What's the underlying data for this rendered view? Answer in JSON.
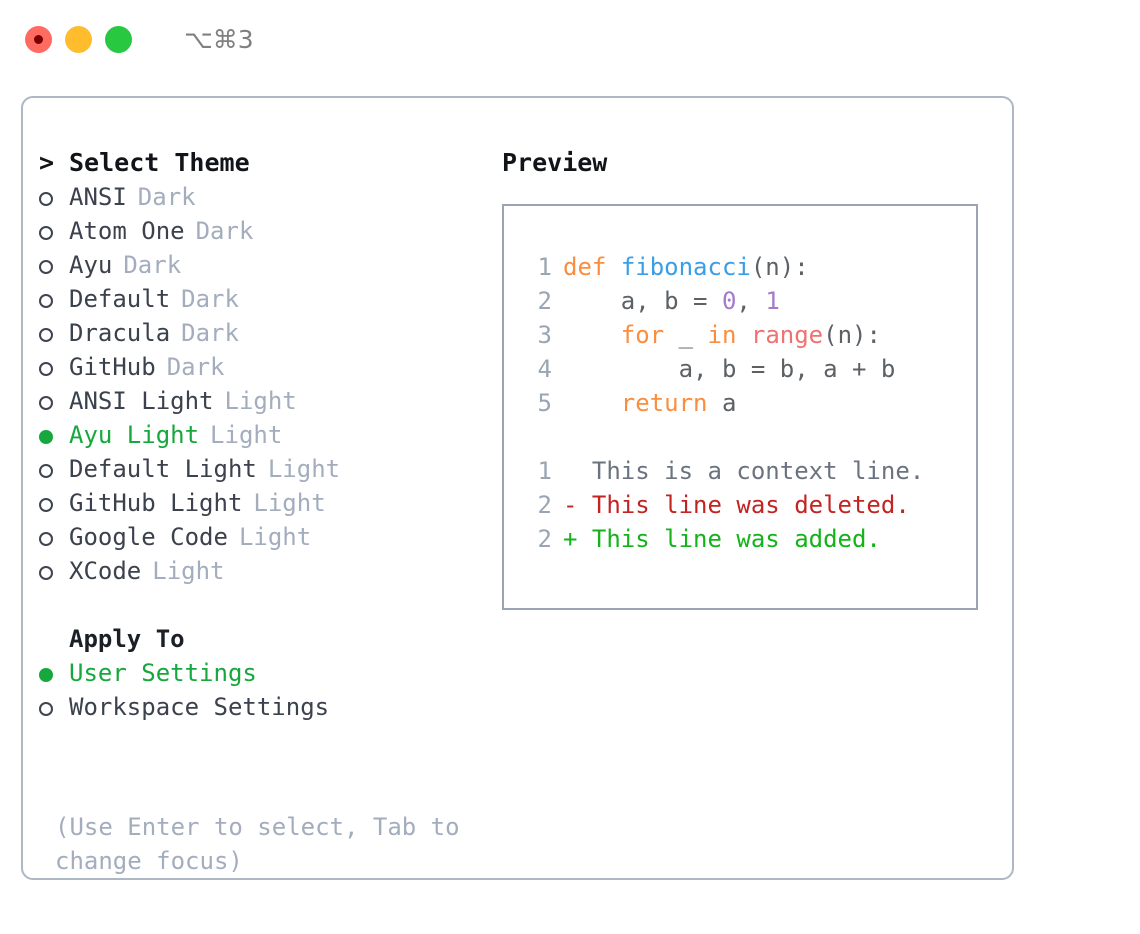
{
  "titlebar": {
    "buttons": [
      {
        "name": "close",
        "color": "#ff6b61",
        "recording": true
      },
      {
        "name": "minimize",
        "color": "#ffbd2e",
        "recording": false
      },
      {
        "name": "maximize",
        "color": "#28c840",
        "recording": false
      }
    ],
    "shortcut": "⌥⌘3"
  },
  "theme_section": {
    "header_prefix": ">",
    "header": "Select Theme",
    "items": [
      {
        "name": "ANSI",
        "kind": "Dark",
        "selected": false
      },
      {
        "name": "Atom One",
        "kind": "Dark",
        "selected": false
      },
      {
        "name": "Ayu",
        "kind": "Dark",
        "selected": false
      },
      {
        "name": "Default",
        "kind": "Dark",
        "selected": false
      },
      {
        "name": "Dracula",
        "kind": "Dark",
        "selected": false
      },
      {
        "name": "GitHub",
        "kind": "Dark",
        "selected": false
      },
      {
        "name": "ANSI Light",
        "kind": "Light",
        "selected": false
      },
      {
        "name": "Ayu Light",
        "kind": "Light",
        "selected": true
      },
      {
        "name": "Default Light",
        "kind": "Light",
        "selected": false
      },
      {
        "name": "GitHub Light",
        "kind": "Light",
        "selected": false
      },
      {
        "name": "Google Code",
        "kind": "Light",
        "selected": false
      },
      {
        "name": "XCode",
        "kind": "Light",
        "selected": false
      }
    ]
  },
  "apply_section": {
    "header": "Apply To",
    "items": [
      {
        "name": "User Settings",
        "selected": true
      },
      {
        "name": "Workspace Settings",
        "selected": false
      }
    ]
  },
  "hint": "(Use Enter to select, Tab to change focus)",
  "preview": {
    "title": "Preview",
    "code_lines": [
      {
        "no": "1",
        "tokens": [
          {
            "t": "def",
            "c": "kw"
          },
          {
            "t": " ",
            "c": "plain"
          },
          {
            "t": "fibonacci",
            "c": "fn"
          },
          {
            "t": "(n):",
            "c": "plain"
          }
        ]
      },
      {
        "no": "2",
        "tokens": [
          {
            "t": "    a, b = ",
            "c": "plain"
          },
          {
            "t": "0",
            "c": "num"
          },
          {
            "t": ", ",
            "c": "plain"
          },
          {
            "t": "1",
            "c": "num"
          }
        ]
      },
      {
        "no": "3",
        "tokens": [
          {
            "t": "    ",
            "c": "plain"
          },
          {
            "t": "for",
            "c": "kw"
          },
          {
            "t": " _ ",
            "c": "plain"
          },
          {
            "t": "in",
            "c": "kw"
          },
          {
            "t": " ",
            "c": "plain"
          },
          {
            "t": "range",
            "c": "call"
          },
          {
            "t": "(n):",
            "c": "plain"
          }
        ]
      },
      {
        "no": "4",
        "tokens": [
          {
            "t": "        a, b = b, a + b",
            "c": "plain"
          }
        ]
      },
      {
        "no": "5",
        "tokens": [
          {
            "t": "    ",
            "c": "plain"
          },
          {
            "t": "return",
            "c": "kw"
          },
          {
            "t": " a",
            "c": "plain"
          }
        ]
      }
    ],
    "diff_lines": [
      {
        "no": "1",
        "sign": " ",
        "text": "This is a context line.",
        "kind": "ctx"
      },
      {
        "no": "2",
        "sign": "-",
        "text": "This line was deleted.",
        "kind": "del"
      },
      {
        "no": "2",
        "sign": "+",
        "text": "This line was added.",
        "kind": "add"
      }
    ]
  },
  "colors": {
    "selected_green": "#16a83c",
    "muted": "#a3adbd",
    "keyword": "#fa8d3e",
    "function": "#399ee6",
    "number": "#a37acc",
    "builtin": "#f07171",
    "diff_added": "#14b31a",
    "diff_deleted": "#c22424",
    "panel_border": "#aeb7c4"
  }
}
